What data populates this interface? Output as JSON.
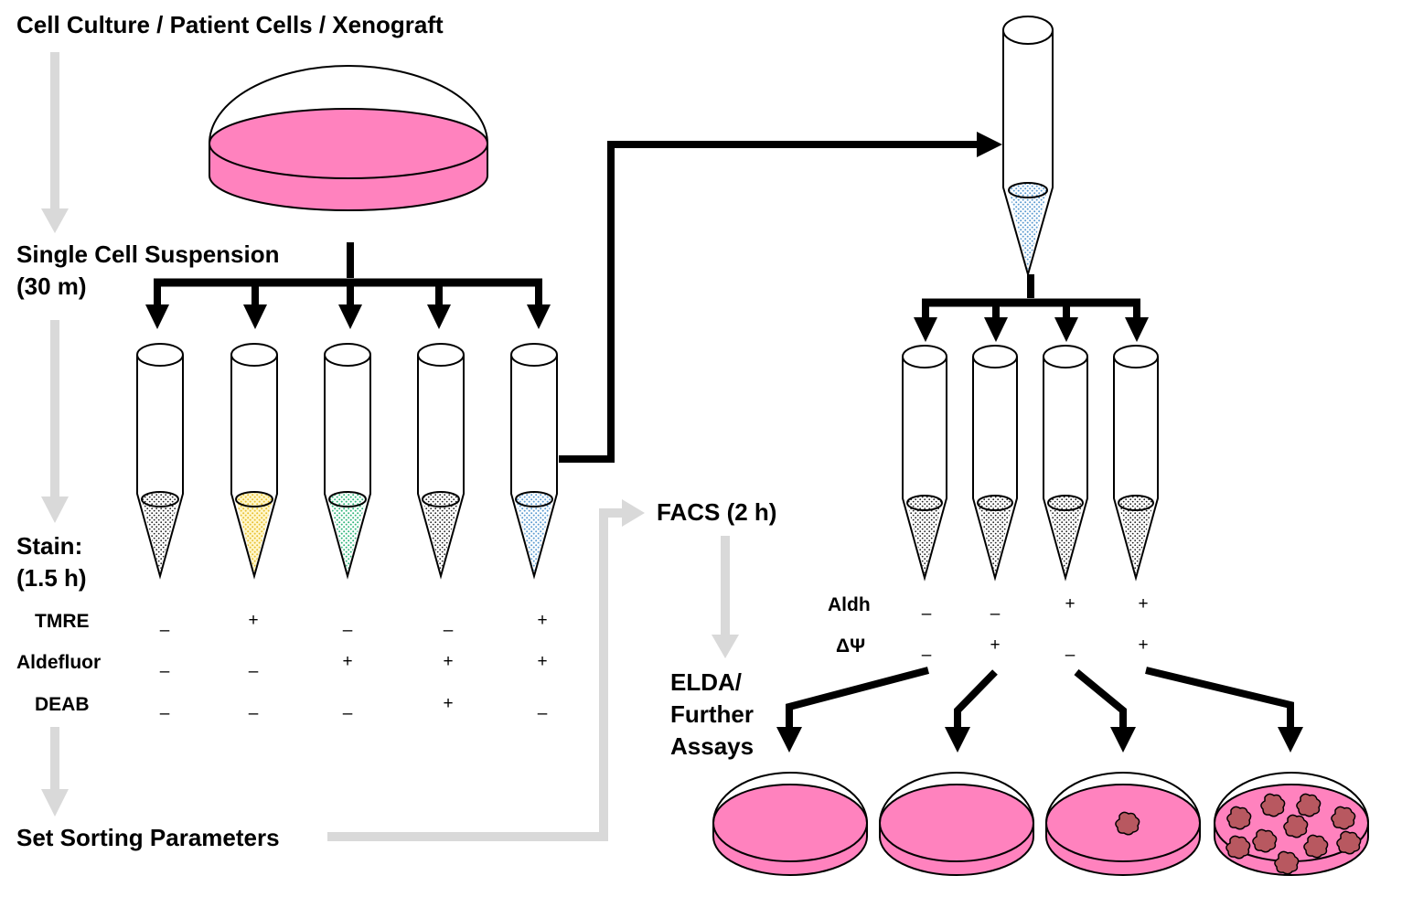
{
  "steps": {
    "step1": "Cell Culture / Patient Cells / Xenograft",
    "step2_line1": "Single Cell Suspension",
    "step2_line2": "(30 m)",
    "step3_line1": "Stain:",
    "step3_line2": "(1.5 h)",
    "step4": "Set Sorting Parameters",
    "facs": "FACS (2 h)",
    "elda_line1": "ELDA/",
    "elda_line2": "Further",
    "elda_line3": "Assays"
  },
  "stain_table": {
    "rows": [
      "TMRE",
      "Aldefluor",
      "DEAB"
    ],
    "tmre": [
      "–",
      "+",
      "–",
      "–",
      "+"
    ],
    "aldefluor": [
      "–",
      "–",
      "+",
      "+",
      "+"
    ],
    "deab": [
      "–",
      "–",
      "–",
      "+",
      "–"
    ]
  },
  "sort_table": {
    "rows": [
      "Aldh",
      "ΔΨ"
    ],
    "aldh": [
      "–",
      "–",
      "+",
      "+"
    ],
    "dpsi": [
      "–",
      "+",
      "–",
      "+"
    ]
  },
  "colors": {
    "media_pink": "#ff82be",
    "sphere_red": "#b85860",
    "gray_arrow": "#d9d9d9",
    "tube_gray": "#333333",
    "tube_yellow": "#f5d24a",
    "tube_green": "#3cc88a",
    "tube_blue": "#6aa8d8"
  }
}
